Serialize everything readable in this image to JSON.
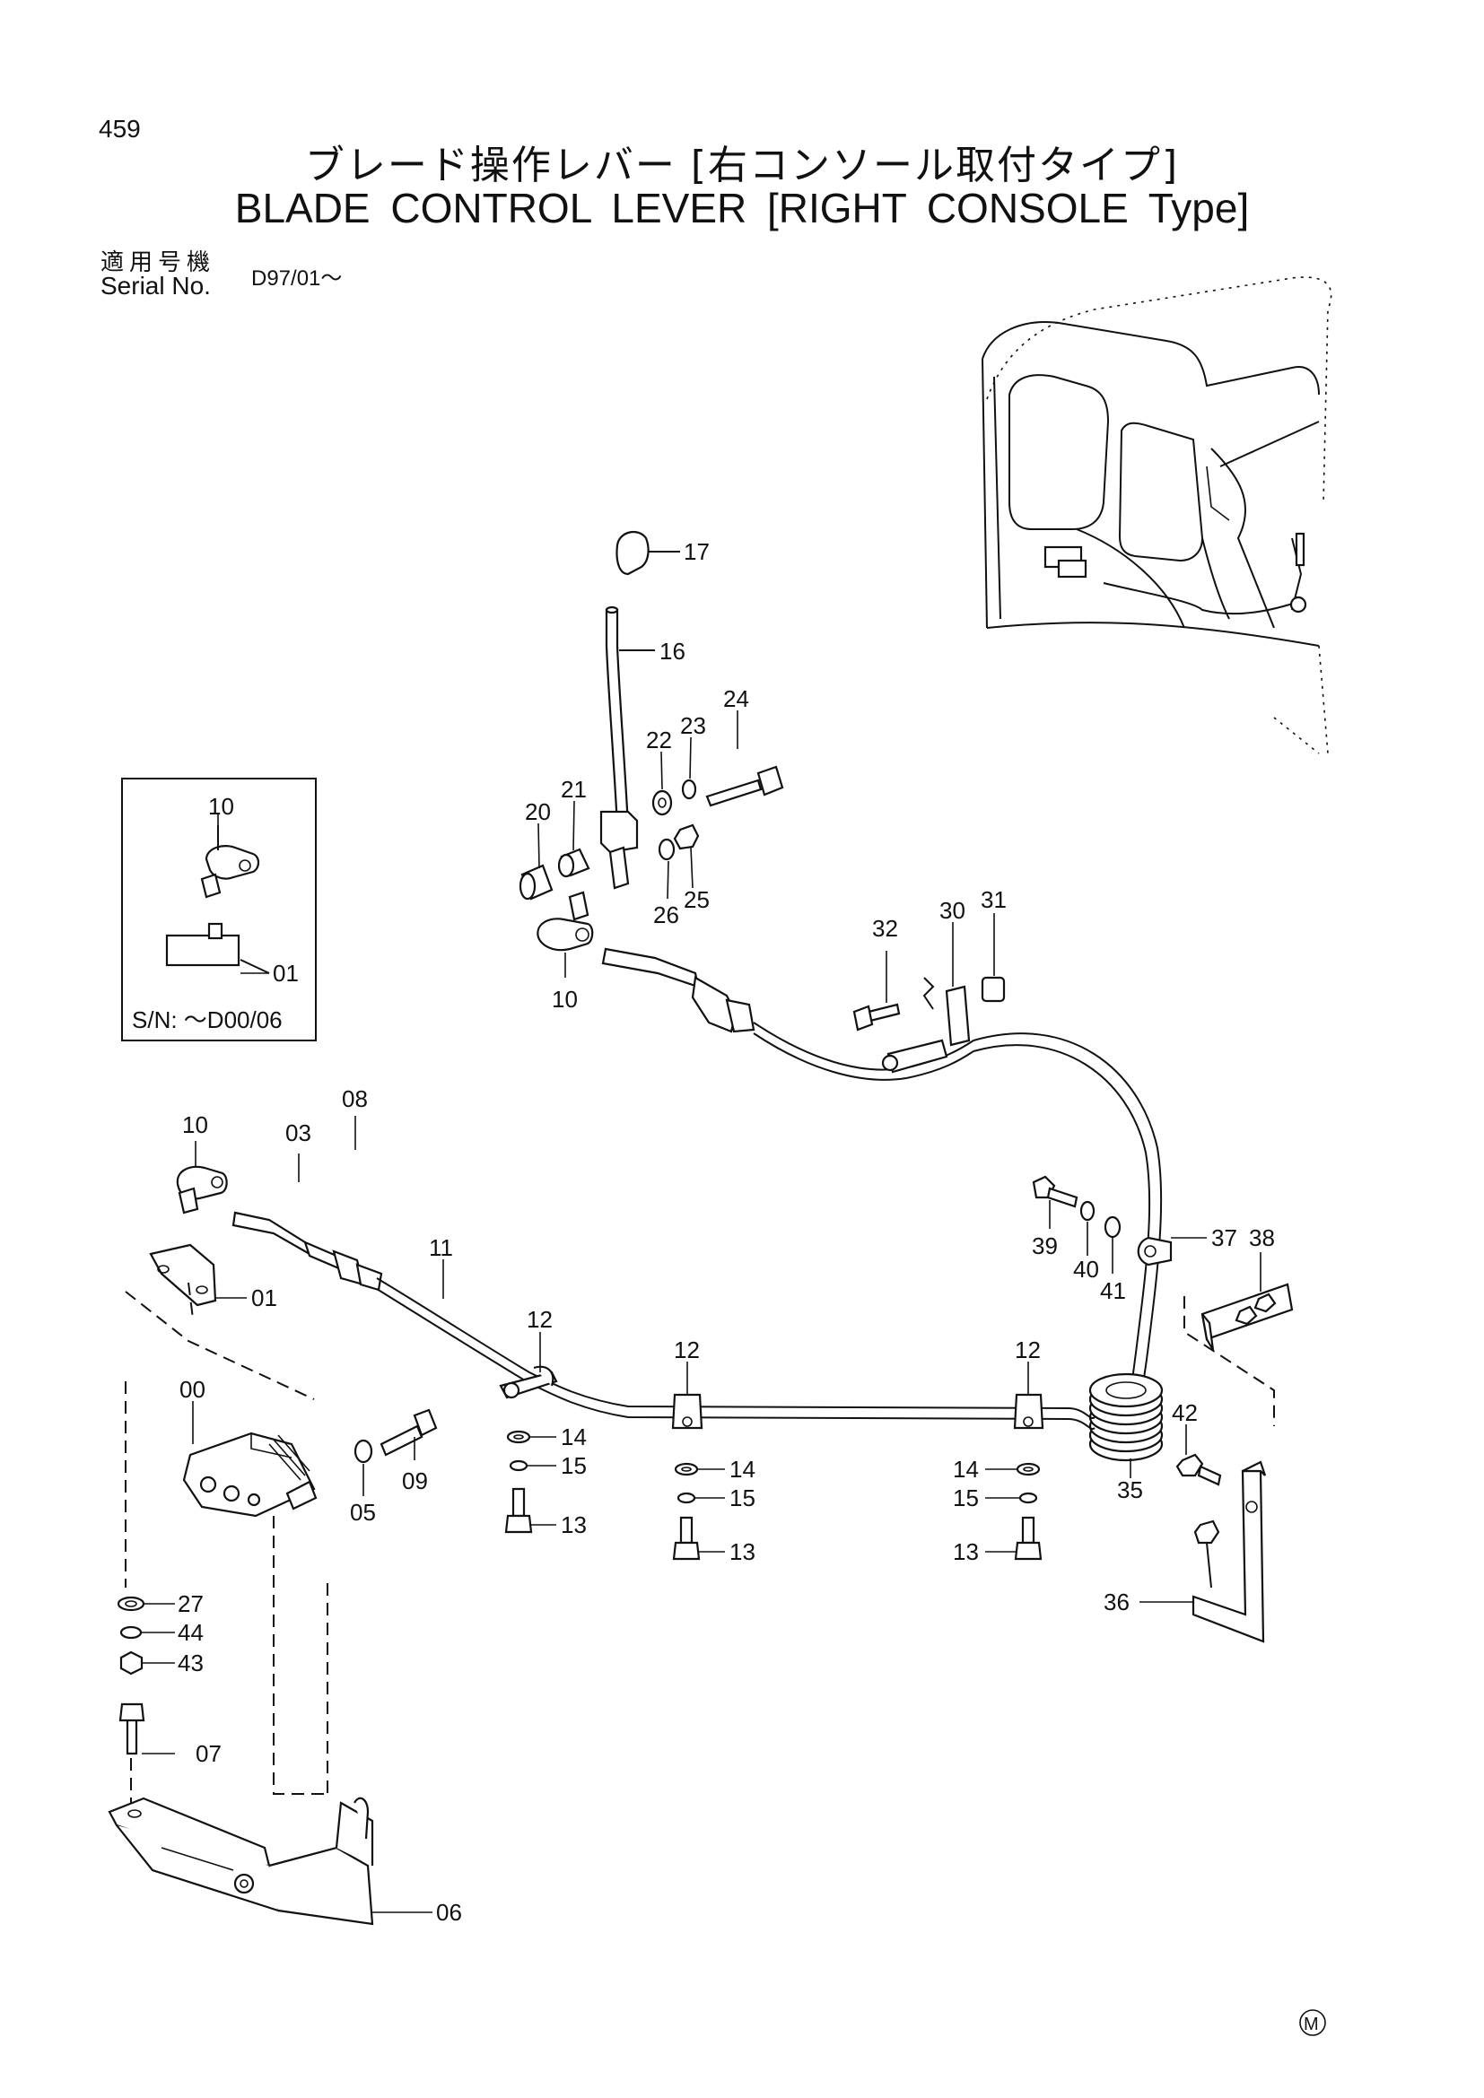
{
  "page_number": "459",
  "title_jp": "ブレード操作レバー [右コンソール取付タイプ]",
  "title_en": "BLADE CONTROL LEVER [RIGHT CONSOLE Type]",
  "serial": {
    "label_jp": "適用号機",
    "label_en": "Serial No.",
    "value": "D97/01～"
  },
  "inset": {
    "serial_note": "S/N: ～D00/06",
    "callouts": [
      "10",
      "01"
    ]
  },
  "callouts": {
    "c17": "17",
    "c16": "16",
    "c24": "24",
    "c22": "22",
    "c23": "23",
    "c20": "20",
    "c21": "21",
    "c26": "26",
    "c25": "25",
    "c10a": "10",
    "c32": "32",
    "c30": "30",
    "c31": "31",
    "c10b": "10",
    "c03": "03",
    "c08": "08",
    "c01": "01",
    "c11": "11",
    "c12a": "12",
    "c12b": "12",
    "c12c": "12",
    "c14a": "14",
    "c15a": "15",
    "c13a": "13",
    "c14b": "14",
    "c15b": "15",
    "c13b": "13",
    "c14c": "14",
    "c15c": "15",
    "c13c": "13",
    "c39": "39",
    "c40": "40",
    "c41": "41",
    "c37": "37",
    "c38": "38",
    "c42": "42",
    "c35": "35",
    "c36": "36",
    "c00": "00",
    "c05": "05",
    "c09": "09",
    "c27": "27",
    "c44": "44",
    "c43": "43",
    "c07": "07",
    "c06": "06"
  },
  "corner_mark": "M"
}
